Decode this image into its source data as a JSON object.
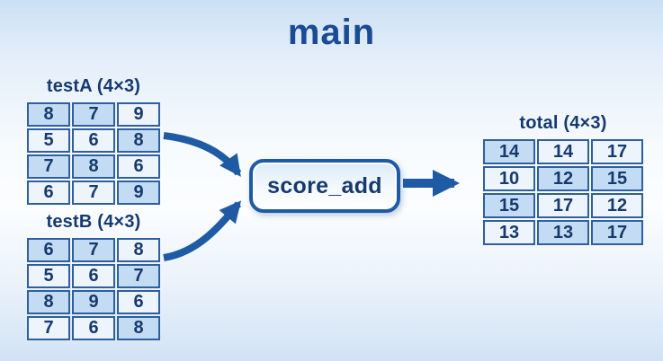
{
  "title": "main",
  "function_box": {
    "label": "score_add"
  },
  "tables": [
    {
      "id": "testA",
      "label": "testA (4×3)",
      "rows": [
        [
          8,
          7,
          9
        ],
        [
          5,
          6,
          8
        ],
        [
          7,
          8,
          6
        ],
        [
          6,
          7,
          9
        ]
      ],
      "shading": [
        [
          1,
          1,
          0
        ],
        [
          0,
          0,
          1
        ],
        [
          1,
          1,
          0
        ],
        [
          0,
          0,
          1
        ]
      ]
    },
    {
      "id": "testB",
      "label": "testB (4×3)",
      "rows": [
        [
          6,
          7,
          8
        ],
        [
          5,
          6,
          7
        ],
        [
          8,
          9,
          6
        ],
        [
          7,
          6,
          8
        ]
      ],
      "shading": [
        [
          1,
          1,
          0
        ],
        [
          0,
          0,
          1
        ],
        [
          1,
          1,
          0
        ],
        [
          0,
          0,
          1
        ]
      ]
    },
    {
      "id": "total",
      "label": "total (4×3)",
      "rows": [
        [
          14,
          14,
          17
        ],
        [
          10,
          12,
          15
        ],
        [
          15,
          17,
          12
        ],
        [
          13,
          13,
          17
        ]
      ],
      "shading": [
        [
          1,
          0,
          0
        ],
        [
          0,
          1,
          1
        ],
        [
          1,
          0,
          0
        ],
        [
          0,
          1,
          1
        ]
      ]
    }
  ],
  "arrows": [
    {
      "name": "testA-to-score_add"
    },
    {
      "name": "testB-to-score_add"
    },
    {
      "name": "score_add-to-total"
    }
  ],
  "colors": {
    "accent": "#1e5ba4",
    "table_border": "#2e5f9e",
    "text_navy": "#163a70",
    "title": "#1a4b94",
    "cell_shaded": "#c4dcf3",
    "cell_light": "#edf4fb"
  }
}
